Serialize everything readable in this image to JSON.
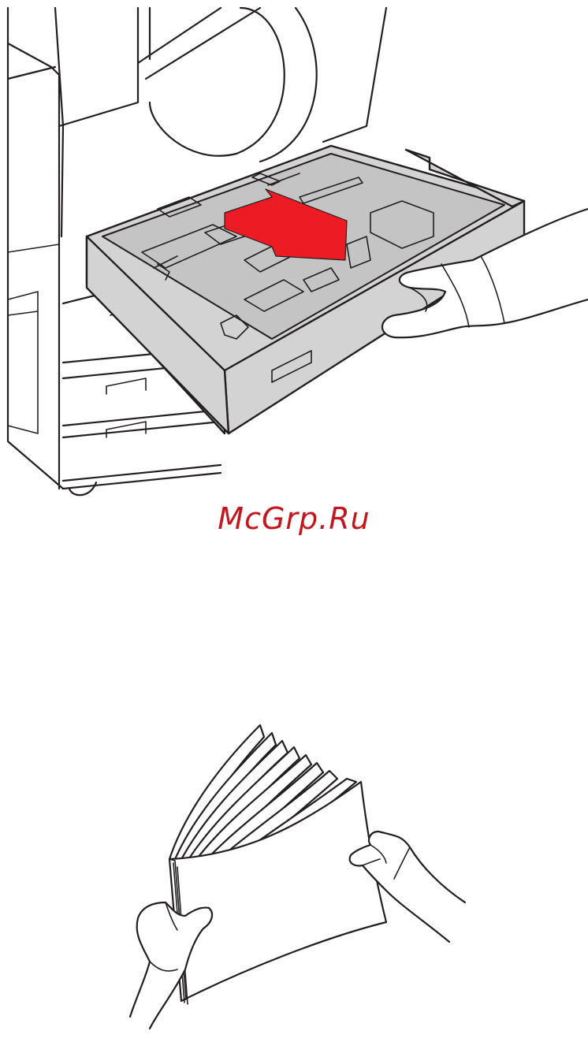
{
  "watermark": {
    "text": "McGrp.Ru"
  },
  "colors": {
    "arrow": "#ed1c24",
    "tray": "#d3d3d3",
    "watermark": "#c4161c",
    "outline": "#231f20"
  },
  "figures": [
    {
      "icon": "drawer-pull-out-illustration"
    },
    {
      "icon": "fanning-paper-illustration"
    }
  ]
}
